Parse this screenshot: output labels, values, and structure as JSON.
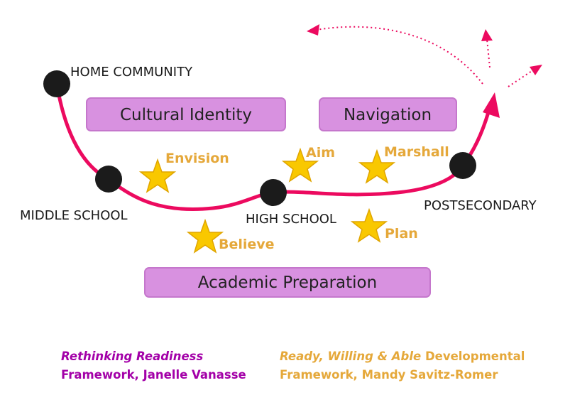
{
  "stages": [
    "HOME COMMUNITY",
    "MIDDLE SCHOOL",
    "HIGH SCHOOL",
    "POSTSECONDARY"
  ],
  "boxes": [
    "Cultural Identity",
    "Navigation",
    "Academic Preparation"
  ],
  "stars": [
    "Envision",
    "Believe",
    "Aim",
    "Marshall",
    "Plan"
  ],
  "captions": {
    "left": {
      "italic": "Rethinking Readiness",
      "line2": "Framework, Janelle Vanasse"
    },
    "right": {
      "italic": "Ready, Willing & Able",
      "rest": " Developmental",
      "line2": "Framework, Mandy Savitz-Romer"
    }
  },
  "colors": {
    "path": "#ec0a5f",
    "box": "#d891e0",
    "star": "#f9c800",
    "orange": "#e5a83a",
    "purple": "#a300a8"
  }
}
